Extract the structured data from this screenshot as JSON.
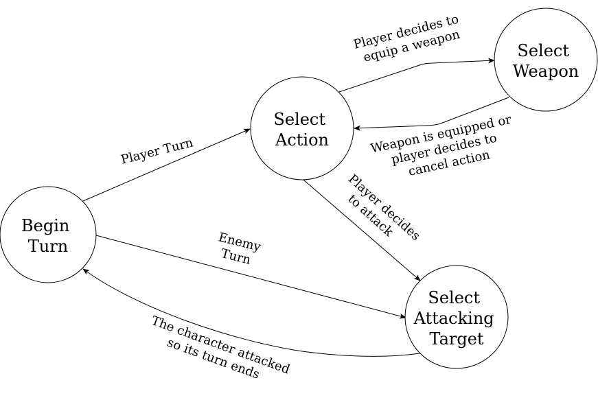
{
  "colors": {
    "background": "#ffffff",
    "stroke": "#000000",
    "text": "#000000"
  },
  "states": {
    "begin_turn": {
      "line1": "Begin",
      "line2": "Turn"
    },
    "select_action": {
      "line1": "Select",
      "line2": "Action"
    },
    "select_weapon": {
      "line1": "Select",
      "line2": "Weapon"
    },
    "select_attacking_target": {
      "line1": "Select",
      "line2": "Attacking",
      "line3": "Target"
    }
  },
  "transitions": {
    "player_turn": {
      "line1": "Player Turn"
    },
    "equip_weapon": {
      "line1": "Player decides to",
      "line2": "equip a weapon"
    },
    "weapon_equipped": {
      "line1": "Weapon is equipped or",
      "line2": "player decides to",
      "line3": "cancel action"
    },
    "decides_attack": {
      "line1": "Player decides",
      "line2": "to attack"
    },
    "enemy_turn": {
      "line1": "Enemy",
      "line2": "Turn"
    },
    "turn_ends": {
      "line1": "The character attacked",
      "line2": "so its turn ends"
    }
  }
}
